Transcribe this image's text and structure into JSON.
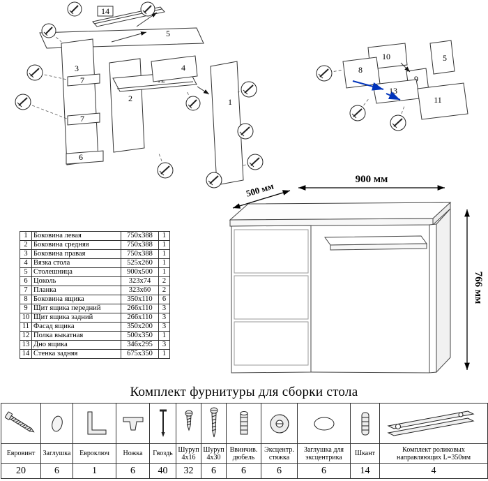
{
  "diagram_left": {
    "labels": {
      "p14": "14",
      "p5": "5",
      "p3": "3",
      "p7a": "7",
      "p7b": "7",
      "p12": "12",
      "p4": "4",
      "p2": "2",
      "p6": "6",
      "p1": "1"
    }
  },
  "diagram_right": {
    "labels": {
      "p10": "10",
      "p5": "5",
      "p8": "8",
      "p9": "9",
      "p13": "13",
      "p11": "11"
    }
  },
  "desk": {
    "width": "900 мм",
    "depth": "500 мм",
    "height": "766 мм"
  },
  "parts": {
    "rows": [
      {
        "num": "1",
        "name": "Боковина левая",
        "size": "750x388",
        "qty": "1"
      },
      {
        "num": "2",
        "name": "Боковина средняя",
        "size": "750x388",
        "qty": "1"
      },
      {
        "num": "3",
        "name": "Боковина правая",
        "size": "750x388",
        "qty": "1"
      },
      {
        "num": "4",
        "name": "Вязка стола",
        "size": "525x260",
        "qty": "1"
      },
      {
        "num": "5",
        "name": "Столешница",
        "size": "900x500",
        "qty": "1"
      },
      {
        "num": "6",
        "name": "Цоколь",
        "size": "323x74",
        "qty": "2"
      },
      {
        "num": "7",
        "name": "Планка",
        "size": "323x60",
        "qty": "2"
      },
      {
        "num": "8",
        "name": "Боковина ящика",
        "size": "350x110",
        "qty": "6"
      },
      {
        "num": "9",
        "name": "Щит ящика передний",
        "size": "266x110",
        "qty": "3"
      },
      {
        "num": "10",
        "name": "Щит ящика задний",
        "size": "266x110",
        "qty": "3"
      },
      {
        "num": "11",
        "name": "Фасад ящика",
        "size": "350x200",
        "qty": "3"
      },
      {
        "num": "12",
        "name": "Полка выкатная",
        "size": "500x350",
        "qty": "1"
      },
      {
        "num": "13",
        "name": "Дно ящика",
        "size": "346x295",
        "qty": "3"
      },
      {
        "num": "14",
        "name": "Стенка задняя",
        "size": "675x350",
        "qty": "1"
      }
    ]
  },
  "hardware": {
    "title": "Комплект фурнитуры для сборки стола",
    "items": [
      {
        "name": "Евровинт",
        "qty": "20"
      },
      {
        "name": "Заглушка",
        "qty": "6"
      },
      {
        "name": "Евроключ",
        "qty": "1"
      },
      {
        "name": "Ножка",
        "qty": "6"
      },
      {
        "name": "Гвоздь",
        "qty": "40"
      },
      {
        "name": "Шуруп 4x16",
        "qty": "32"
      },
      {
        "name": "Шуруп 4x30",
        "qty": "6"
      },
      {
        "name": "Ввинчив. дюбель",
        "qty": "6"
      },
      {
        "name": "Эксцентр. стяжка",
        "qty": "6"
      },
      {
        "name": "Заглушка для эксцентрика",
        "qty": "6"
      },
      {
        "name": "Шкант",
        "qty": "14"
      },
      {
        "name": "Комплект роликовых направляющих L=350мм",
        "qty": "4"
      }
    ]
  }
}
